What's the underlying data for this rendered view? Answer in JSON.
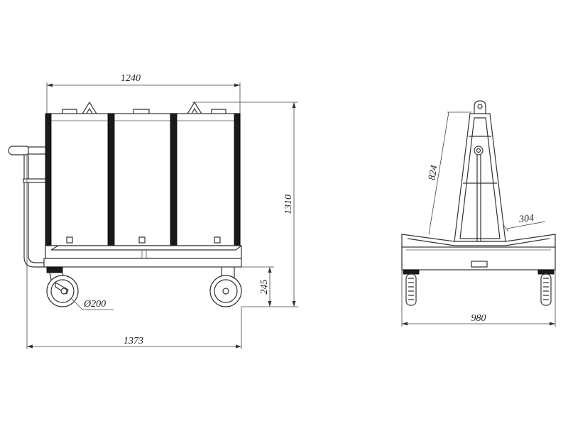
{
  "dimensions": {
    "top_width": "1240",
    "total_height": "1310",
    "wheel_diameter": "Ø200",
    "wheel_height": "245",
    "total_length": "1373",
    "frame_height": "824",
    "arm_width": "304",
    "base_width": "980"
  }
}
